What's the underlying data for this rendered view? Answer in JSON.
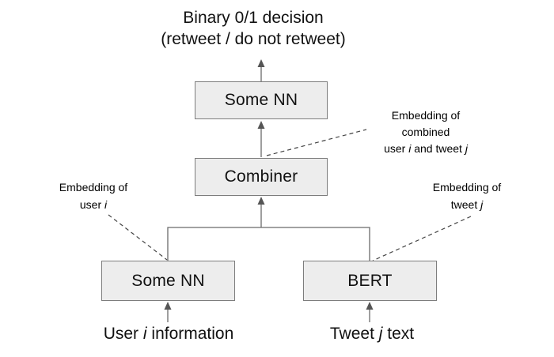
{
  "diagram": {
    "title": {
      "line1": "Binary 0/1 decision",
      "line2": "(retweet / do not retweet)"
    },
    "boxes": {
      "top_nn": "Some NN",
      "combiner": "Combiner",
      "bottom_nn": "Some NN",
      "bert": "BERT"
    },
    "annotations": {
      "combined": {
        "line1": "Embedding of",
        "line2": "combined",
        "line3_pre": "user ",
        "line3_it1": "i",
        "line3_mid": " and tweet ",
        "line3_it2": "j"
      },
      "user": {
        "line1": "Embedding of",
        "line2_pre": "user ",
        "line2_it": "i"
      },
      "tweet": {
        "line1": "Embedding of",
        "line2_pre": "tweet ",
        "line2_it": "j"
      }
    },
    "inputs": {
      "user": {
        "pre": "User ",
        "it": "i",
        "post": " information"
      },
      "tweet": {
        "pre": "Tweet ",
        "it": "j",
        "post": " text"
      }
    },
    "colors": {
      "background": "#ffffff",
      "box_fill": "#ededed",
      "box_border": "#7d7d7d",
      "line": "#6b6b6b",
      "arrowhead": "#555555",
      "dashed_line": "#444444",
      "text": "#111111"
    }
  }
}
